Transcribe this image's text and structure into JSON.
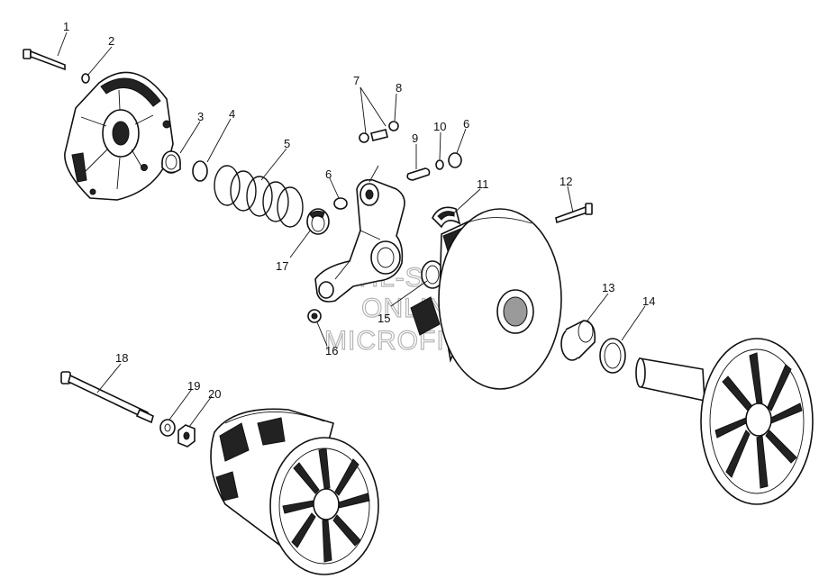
{
  "watermark": {
    "line1": "HL-SMS",
    "line2": "ONLINE",
    "line3": "MICROFICHE"
  },
  "callouts": [
    "1",
    "2",
    "3",
    "4",
    "5",
    "6",
    "7",
    "8",
    "9",
    "10",
    "6",
    "11",
    "12",
    "6",
    "17",
    "15",
    "16",
    "13",
    "14",
    "18",
    "19",
    "20"
  ]
}
